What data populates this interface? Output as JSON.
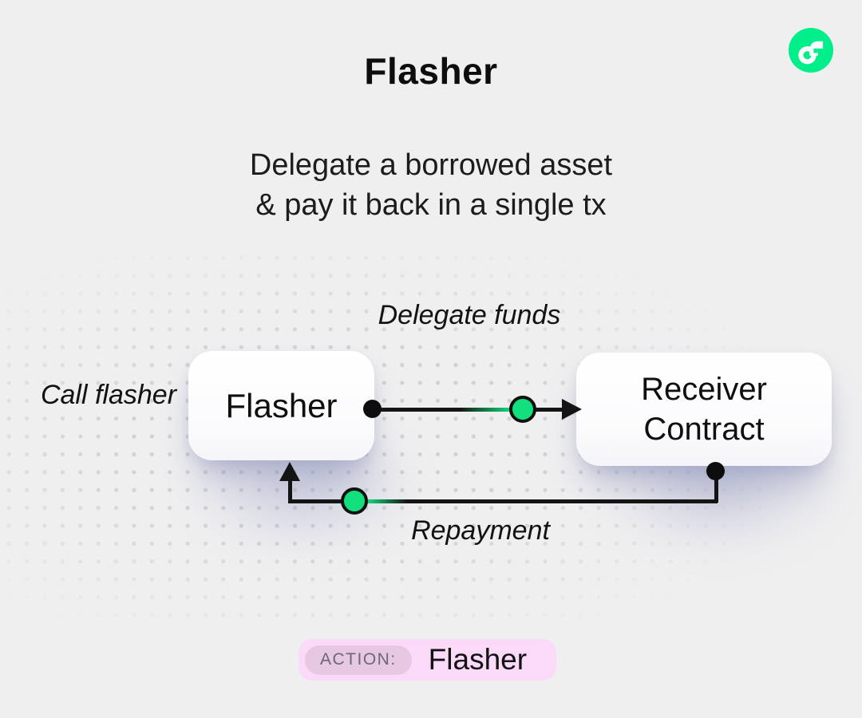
{
  "header": {
    "title": "Flasher",
    "subtitle": "Delegate a borrowed asset\n& pay it back in a single tx"
  },
  "logo": {
    "name": "Flow",
    "color": "#00EF8B"
  },
  "diagram": {
    "node_flasher": {
      "label": "Flasher"
    },
    "node_receiver": {
      "label": "Receiver Contract"
    },
    "edge_delegate": {
      "label": "Delegate funds",
      "direction": "flasher → receiver"
    },
    "edge_repayment": {
      "label": "Repayment",
      "direction": "receiver → flasher"
    },
    "label_call": {
      "label": "Call flasher"
    }
  },
  "action_bar": {
    "badge": "ACTION:",
    "value": "Flasher"
  },
  "colors": {
    "background": "#EFEFF0",
    "flow_green": "#00EF8B",
    "node_marker_green": "#12E07E",
    "line_black": "#141414",
    "action_pill_bg": "#FBD9F9",
    "action_badge_bg": "#E6C8E2",
    "action_badge_text": "#6E6775"
  }
}
